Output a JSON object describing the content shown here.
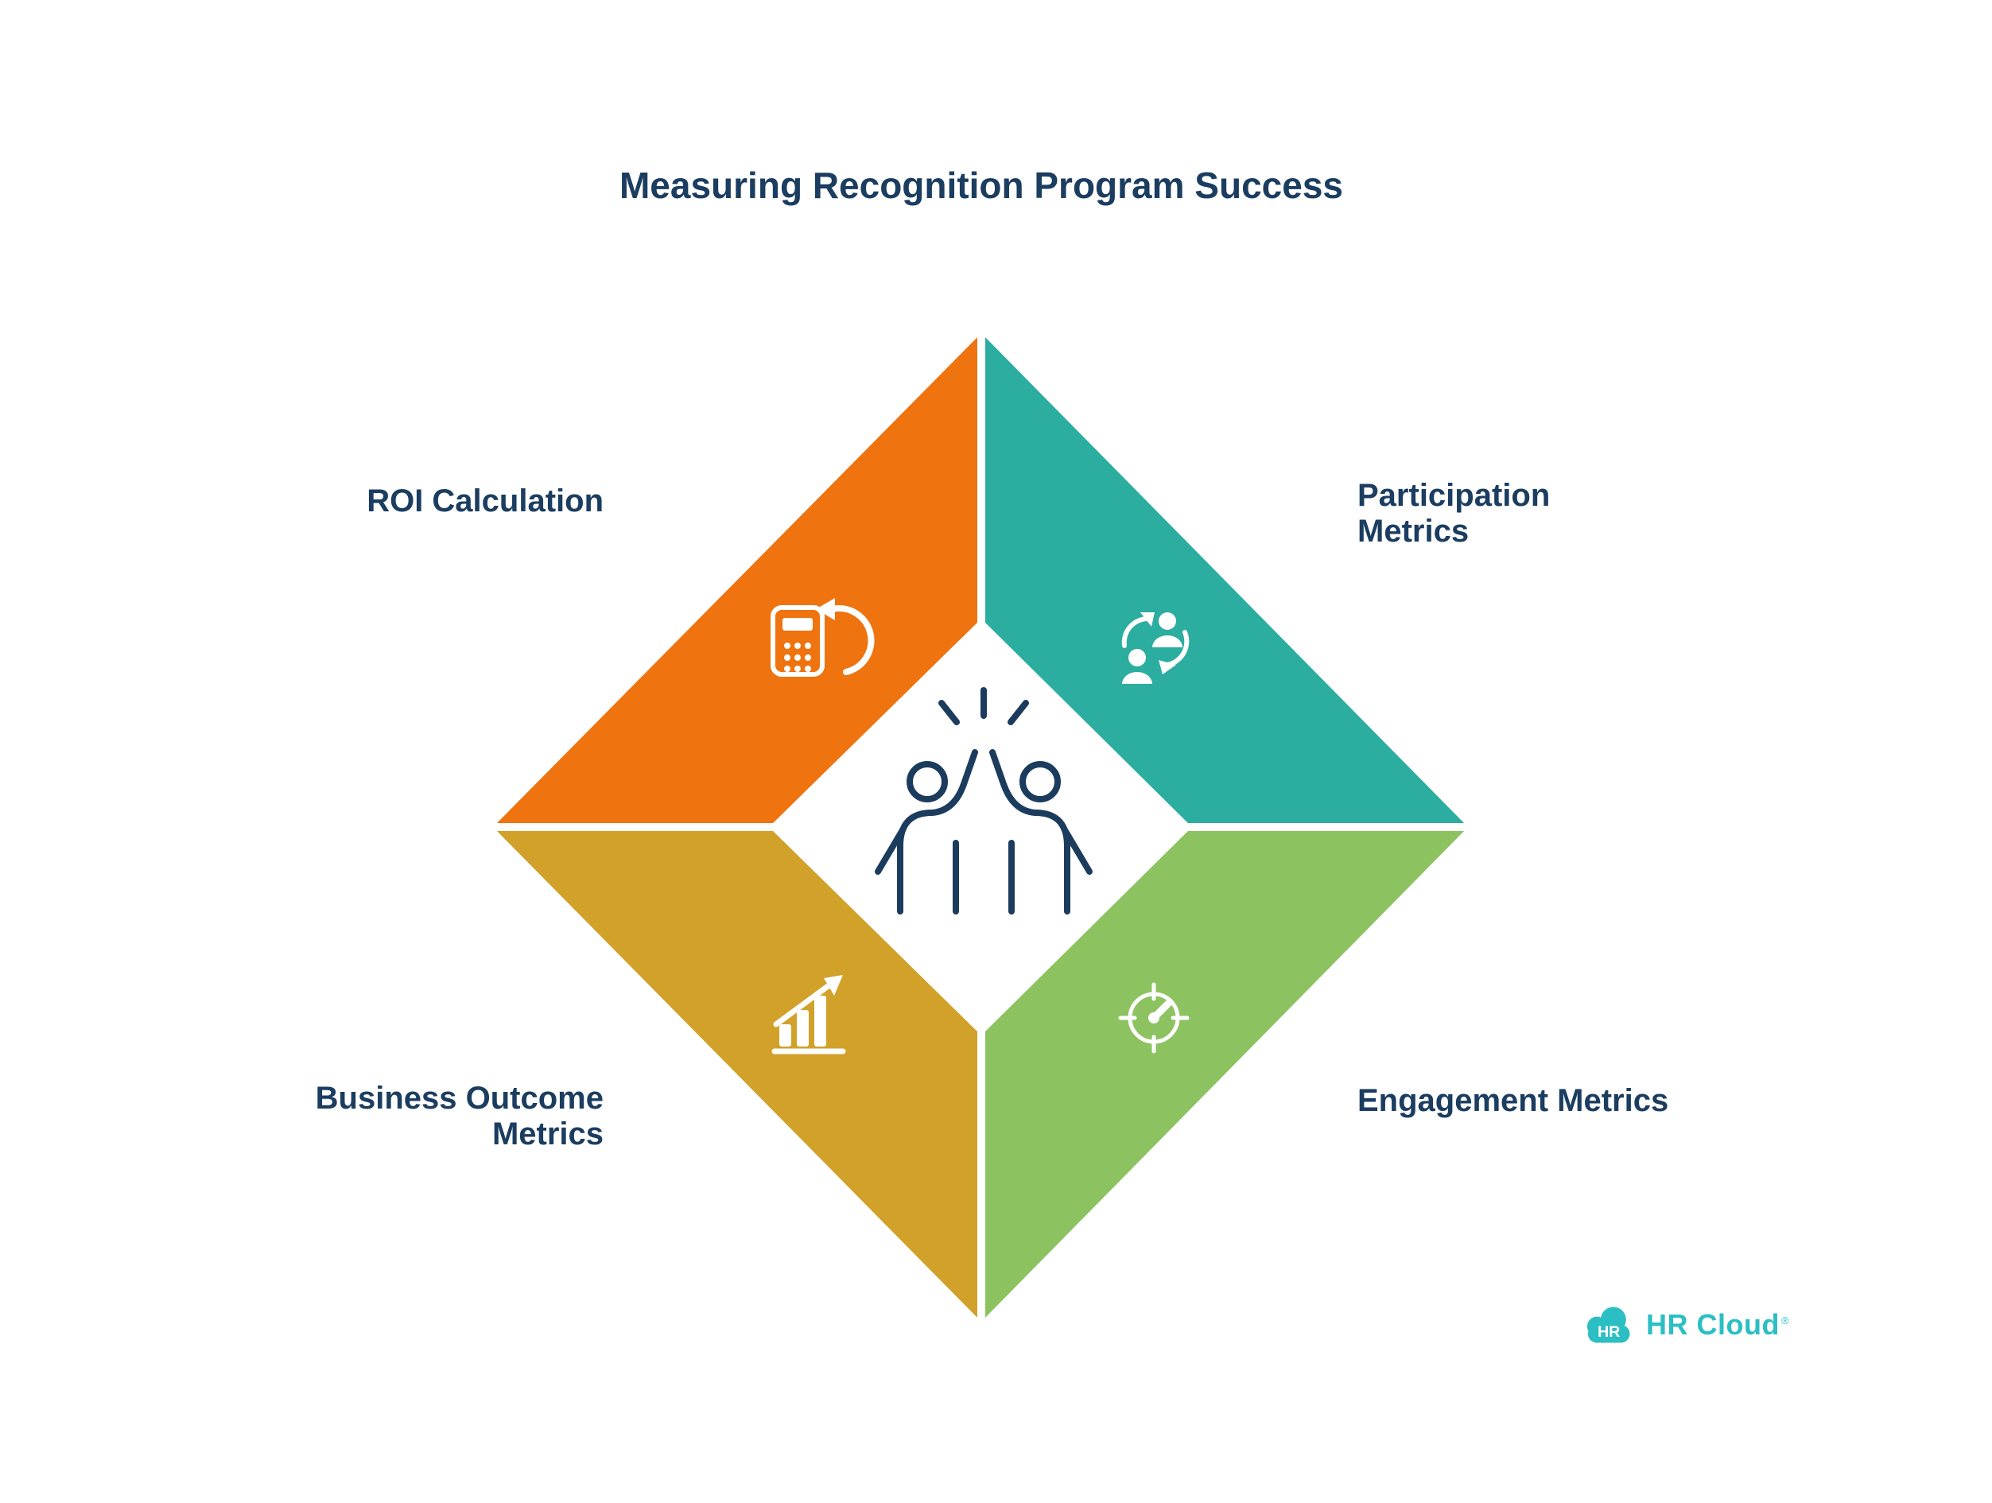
{
  "title": "Measuring Recognition Program Success",
  "quadrants": [
    {
      "id": "roi",
      "label": "ROI Calculation",
      "color": "#EF730E",
      "icon": "calculator-refresh-icon"
    },
    {
      "id": "participation",
      "label": "Participation\nMetrics",
      "color": "#2BAD9F",
      "icon": "people-sync-icon"
    },
    {
      "id": "business-outcome",
      "label": "Business Outcome\nMetrics",
      "color": "#D2A12A",
      "icon": "growth-chart-icon"
    },
    {
      "id": "engagement",
      "label": "Engagement Metrics",
      "color": "#8CC360",
      "icon": "gauge-icon"
    }
  ],
  "center": {
    "icon": "high-five-icon",
    "color": "#1C3C5E"
  },
  "logo": {
    "badge": "HR",
    "text": "HR Cloud",
    "reg_mark": "®",
    "color": "#2BBEC3"
  },
  "colors": {
    "background": "#FFFFFF",
    "heading_text": "#1B3D60",
    "icon_on_quadrant": "#FFFFFF"
  }
}
